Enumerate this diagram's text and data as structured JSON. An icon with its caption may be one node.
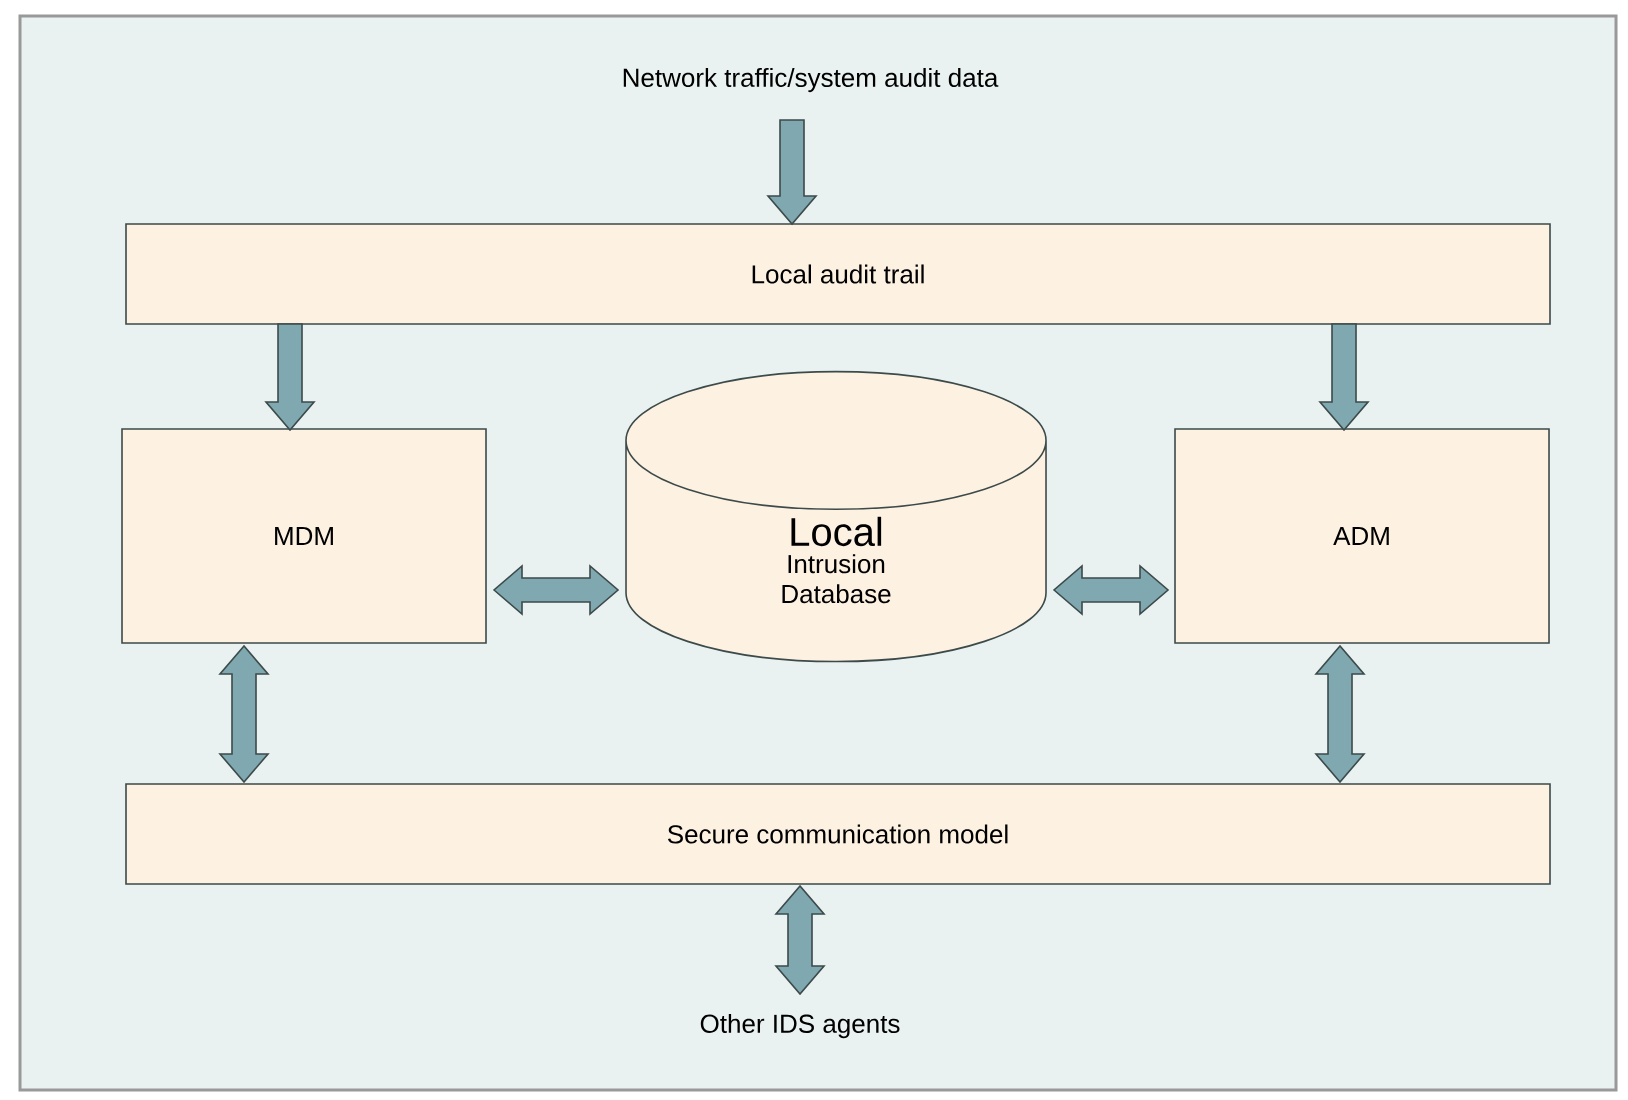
{
  "diagram": {
    "nodes": [
      {
        "text": [
          "Network traffic/system audit data"
        ]
      },
      {
        "text": [
          "Local audit trail"
        ]
      },
      {
        "text": [
          "MDM"
        ]
      },
      {
        "text": [
          "Local",
          "Intrusion Database"
        ]
      },
      {
        "text": [
          "ADM"
        ]
      },
      {
        "text": [
          "Secure communication model"
        ]
      },
      {
        "text": [
          "Other IDS agents"
        ]
      }
    ],
    "edges": [
      {
        "from": 0,
        "to": 1,
        "arrow": "to"
      },
      {
        "from": 1,
        "to": 2,
        "arrow": "to"
      },
      {
        "from": 1,
        "to": 4,
        "arrow": "to"
      },
      {
        "from": 2,
        "to": 3,
        "arrow": "both"
      },
      {
        "from": 3,
        "to": 4,
        "arrow": "both"
      },
      {
        "from": 2,
        "to": 5,
        "arrow": "both"
      },
      {
        "from": 4,
        "to": 5,
        "arrow": "both"
      },
      {
        "from": 5,
        "to": 6,
        "arrow": "both"
      }
    ]
  }
}
